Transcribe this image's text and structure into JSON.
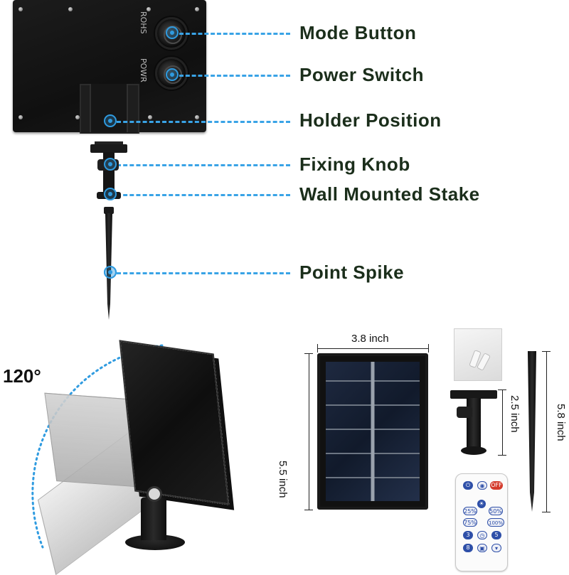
{
  "callouts": {
    "mode_button": "Mode Button",
    "power_switch": "Power Switch",
    "holder_position": "Holder Position",
    "fixing_knob": "Fixing Knob",
    "wall_mounted_stake": "Wall Mounted Stake",
    "point_spike": "Point Spike"
  },
  "panel_markings": {
    "rohs": "ROHS",
    "power_label": "POWR"
  },
  "rotation": {
    "angle": "120°"
  },
  "dimensions": {
    "panel_width": "3.8 inch",
    "panel_height": "5.5 inch",
    "stake_height": "2.5 inch",
    "spike_length": "5.8 inch"
  },
  "remote_buttons": {
    "off": "OFF",
    "pct_25": "25%",
    "pct_50": "50%",
    "pct_75": "75%",
    "pct_100": "100%",
    "num_3": "3",
    "num_5": "5",
    "num_8": "8"
  },
  "colors": {
    "callout_line": "#39a3e6",
    "label_text": "#1b2e1b"
  }
}
